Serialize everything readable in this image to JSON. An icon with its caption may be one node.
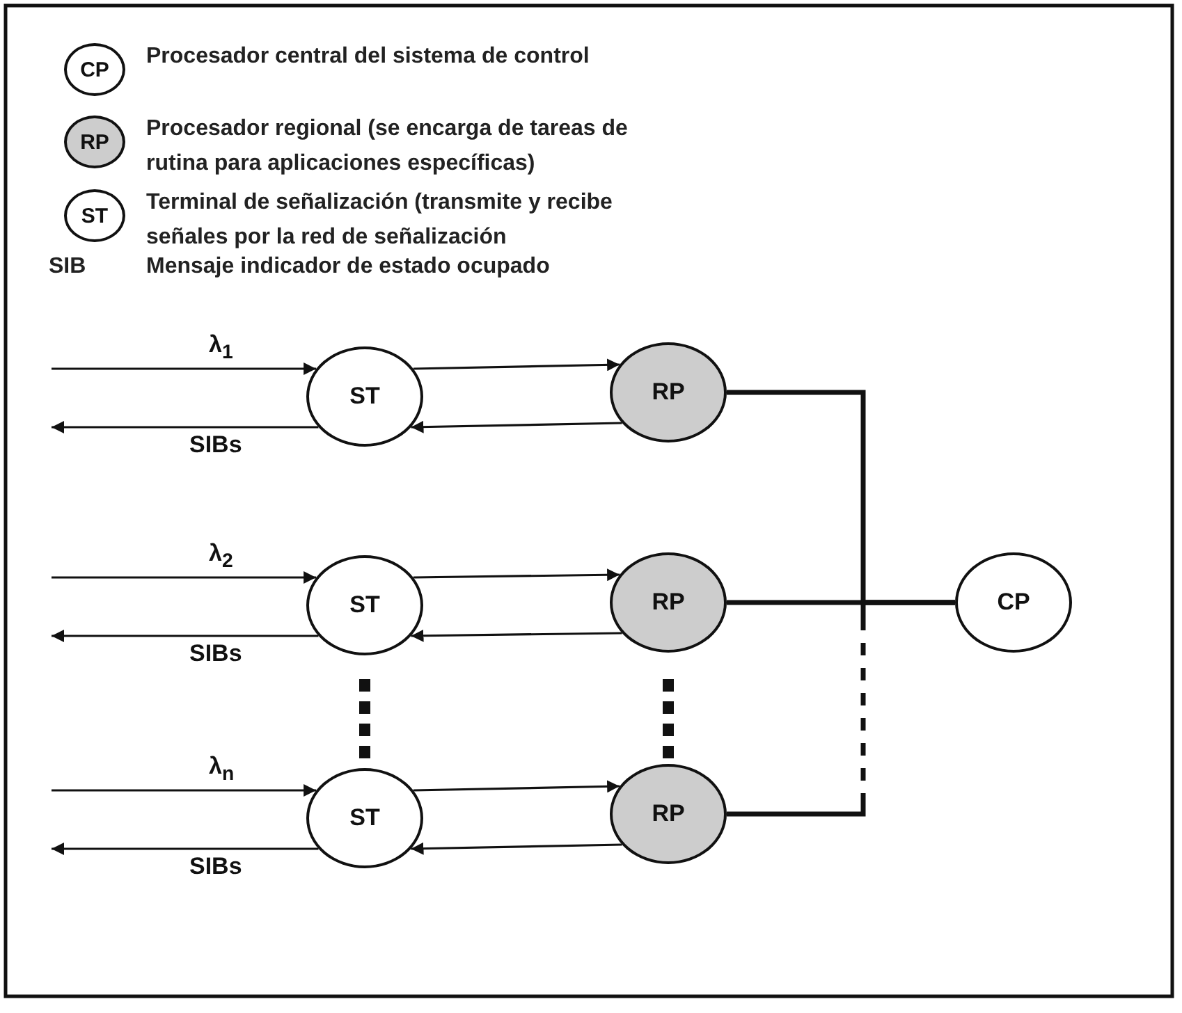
{
  "diagram": {
    "nodes": [
      {
        "text": [
          "CP"
        ],
        "beside": [
          "Procesador central del sistema de control"
        ]
      },
      {
        "text": [
          "RP"
        ],
        "beside": [
          "Procesador regional (se encarga de tareas de rutina para aplicaciones específicas)"
        ]
      },
      {
        "text": [
          "ST"
        ],
        "beside": [
          "Terminal de señalización (transmite y recibe señales por la red de señalización"
        ]
      },
      {
        "text": [
          "ST"
        ]
      },
      {
        "text": [
          "RP"
        ]
      },
      {
        "text": [
          "ST"
        ]
      },
      {
        "text": [
          "RP"
        ]
      },
      {
        "text": [
          "ST"
        ]
      },
      {
        "text": [
          "RP"
        ]
      },
      {
        "text": [
          "CP"
        ]
      }
    ],
    "edges": [
      {
        "from": null,
        "to": 3,
        "arrow": "to",
        "label": "λ$_{1}$"
      },
      {
        "from": 3,
        "to": 4,
        "arrow": "to"
      },
      {
        "from": 4,
        "to": 3,
        "arrow": "to"
      },
      {
        "from": 3,
        "to": null,
        "arrow": "to",
        "label": "SIBs"
      },
      {
        "from": null,
        "to": 5,
        "arrow": "to",
        "label": "λ$_{2}$"
      },
      {
        "from": 5,
        "to": 6,
        "arrow": "to"
      },
      {
        "from": 6,
        "to": 5,
        "arrow": "to"
      },
      {
        "from": 5,
        "to": null,
        "arrow": "to",
        "label": "SIBs"
      },
      {
        "from": null,
        "to": 7,
        "arrow": "to",
        "label": "λ$_{n}$"
      },
      {
        "from": 7,
        "to": 8,
        "arrow": "to"
      },
      {
        "from": 8,
        "to": 7,
        "arrow": "to"
      },
      {
        "from": 7,
        "to": null,
        "arrow": "to",
        "label": "SIBs"
      },
      {
        "from": 4,
        "to": 9,
        "arrow": "none",
        "style": "thick"
      },
      {
        "from": 6,
        "to": 9,
        "arrow": "none",
        "style": "thick"
      },
      {
        "from": 8,
        "to": 9,
        "arrow": "none",
        "style": "thick"
      }
    ],
    "labels": [
      "SIB",
      "Mensaje indicador de estado ocupado"
    ]
  }
}
